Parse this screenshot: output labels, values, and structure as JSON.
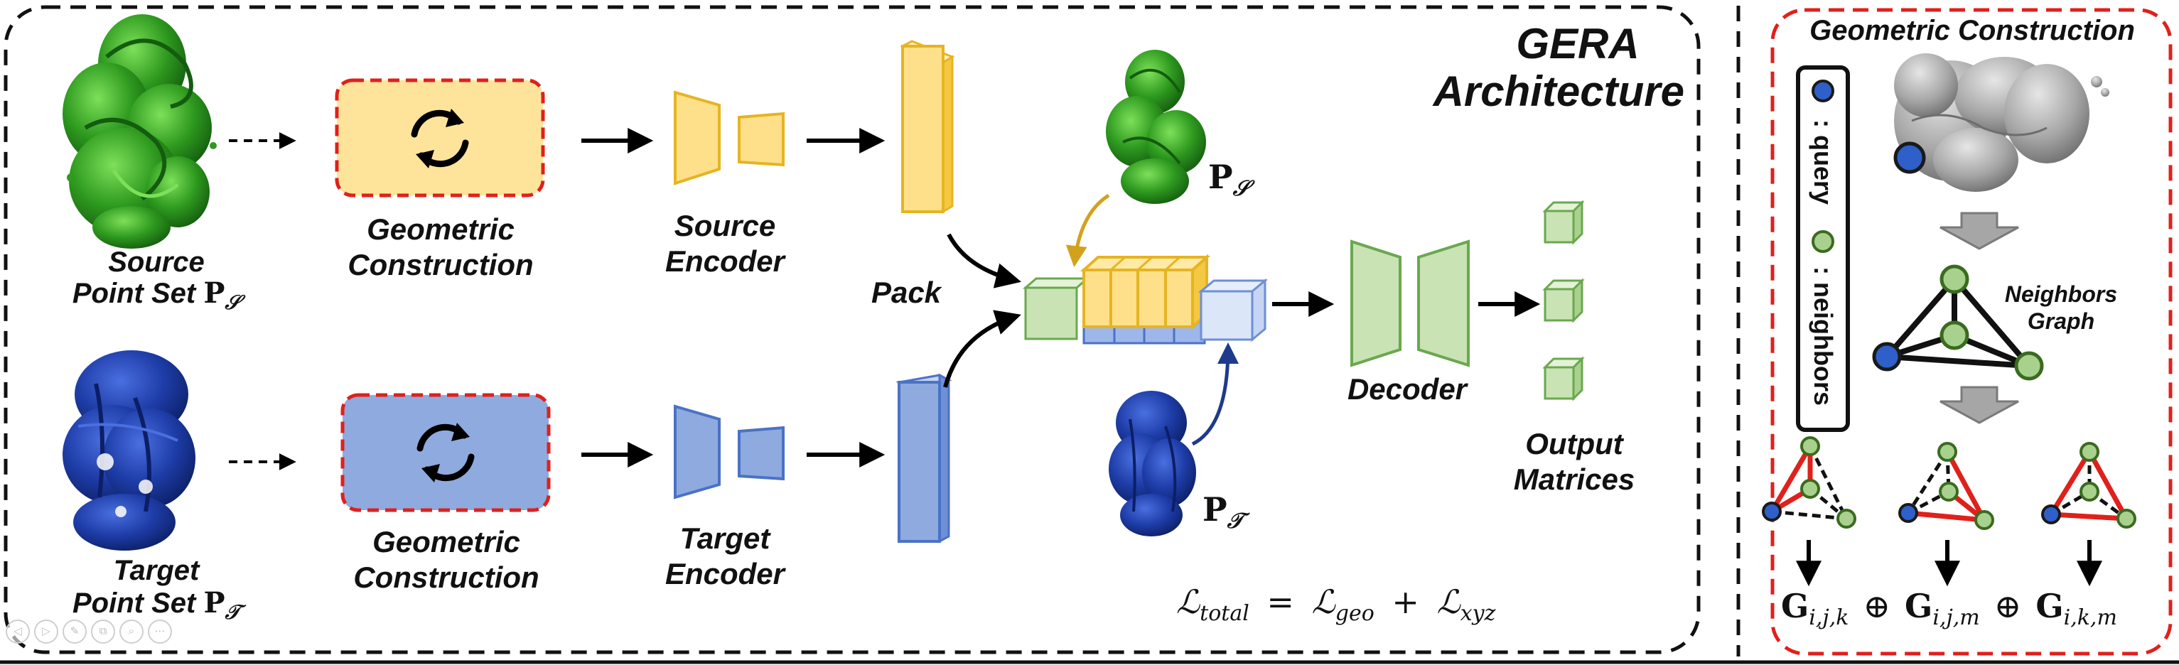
{
  "title": {
    "line1": "GERA",
    "line2": "Architecture"
  },
  "source": {
    "label_line1": "Source",
    "label_line2": "Point Set",
    "symbol_base": "P",
    "symbol_sub": "𝒮",
    "construction_label_line1": "Geometric",
    "construction_label_line2": "Construction",
    "encoder_label_line1": "Source",
    "encoder_label_line2": "Encoder"
  },
  "target": {
    "label_line1": "Target",
    "label_line2": "Point Set",
    "symbol_base": "P",
    "symbol_sub": "𝒯",
    "construction_label_line1": "Geometric",
    "construction_label_line2": "Construction",
    "encoder_label_line1": "Target",
    "encoder_label_line2": "Encoder"
  },
  "pack_label": "Pack",
  "decoder_label": "Decoder",
  "output_label_line1": "Output",
  "output_label_line2": "Matrices",
  "loss_formula": {
    "lhs": "ℒ",
    "lhs_sub": "total",
    "eq": "=",
    "t1": "ℒ",
    "t1_sub": "geo",
    "plus": "+",
    "t2": "ℒ",
    "t2_sub": "xyz"
  },
  "panel": {
    "title": "Geometric Construction",
    "legend_query": ": query",
    "legend_neighbors": ": neighbors",
    "graph_label_line1": "Neighbors",
    "graph_label_line2": "Graph",
    "formula": {
      "g1": "G",
      "g1_sub": "i,j,k",
      "op1": "⊕",
      "g2": "G",
      "g2_sub": "i,j,m",
      "op2": "⊕",
      "g3": "G",
      "g3_sub": "i,k,m"
    }
  },
  "colors": {
    "source_green": "#2e9a1f",
    "target_blue": "#1e3da8",
    "construction_yellow": "#fde49a",
    "construction_blue": "#8eaadf",
    "encoder_yellow": "#ffe08a",
    "encoder_blue": "#8eaadf",
    "decoder_green": "#c9e3b4",
    "dashed_red": "#e0201b",
    "query_node": "#2f5fc9",
    "neighbor_node": "#a9d18e"
  },
  "icons": {
    "refresh": "refresh-icon",
    "toolbar": [
      "back-icon",
      "play-icon",
      "pen-icon",
      "copy-icon",
      "zoom-icon",
      "more-icon"
    ]
  }
}
